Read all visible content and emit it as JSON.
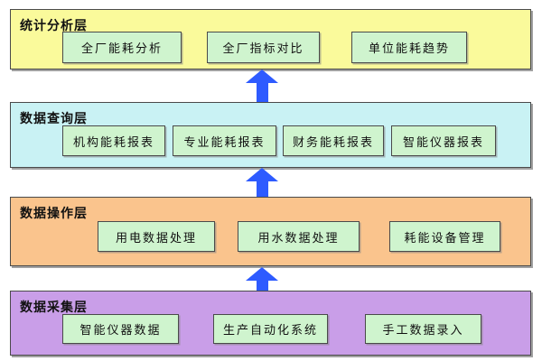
{
  "diagram": {
    "type": "layered-architecture",
    "layers": [
      {
        "id": "analysis",
        "title": "统计分析层",
        "boxes": [
          "全厂能耗分析",
          "全厂指标对比",
          "单位能耗趋势"
        ]
      },
      {
        "id": "query",
        "title": "数据查询层",
        "boxes": [
          "机构能耗报表",
          "专业能耗报表",
          "财务能耗报表",
          "智能仪器报表"
        ]
      },
      {
        "id": "operation",
        "title": "数据操作层",
        "boxes": [
          "用电数据处理",
          "用水数据处理",
          "耗能设备管理"
        ]
      },
      {
        "id": "collection",
        "title": "数据采集层",
        "boxes": [
          "智能仪器数据",
          "生产自动化系统",
          "手工数据录入"
        ]
      }
    ],
    "arrows": [
      {
        "from": "query",
        "to": "analysis"
      },
      {
        "from": "operation",
        "to": "query"
      },
      {
        "from": "collection",
        "to": "operation"
      }
    ]
  },
  "colors": {
    "background": "#FFFFFF",
    "layer_analysis": "#FAFA9B",
    "layer_query": "#C9F2F4",
    "layer_operation": "#FAC48D",
    "layer_collection": "#C99EE8",
    "box_fill": "#CFF4CE",
    "border": "#4A4A4A",
    "arrow": "#2E5BFF"
  }
}
